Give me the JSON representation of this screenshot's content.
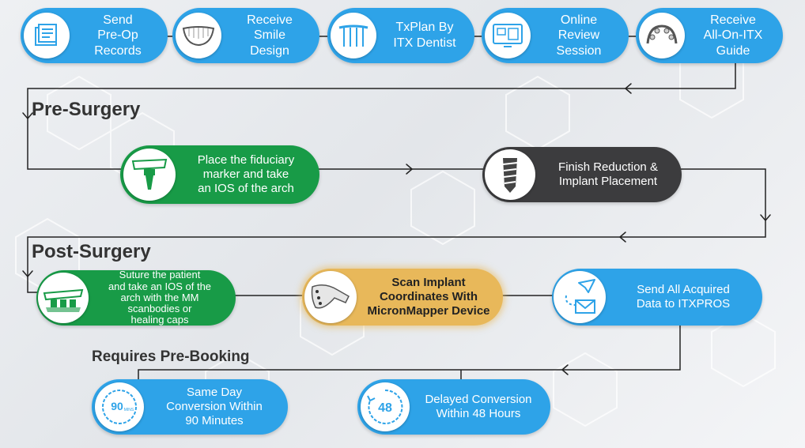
{
  "headings": {
    "pre_surgery": "Pre-Surgery",
    "post_surgery": "Post-Surgery",
    "pre_booking": "Requires Pre-Booking"
  },
  "top_steps": [
    {
      "lines": [
        "Send",
        "Pre-Op",
        "Records"
      ],
      "icon": "folder-icon"
    },
    {
      "lines": [
        "Receive",
        "Smile",
        "Design"
      ],
      "icon": "smile-icon"
    },
    {
      "lines": [
        "TxPlan By",
        "ITX Dentist"
      ],
      "icon": "dental-arch-icon"
    },
    {
      "lines": [
        "Online",
        "Review",
        "Session"
      ],
      "icon": "computer-screen-icon"
    },
    {
      "lines": [
        "Receive",
        "All-On-ITX",
        "Guide"
      ],
      "icon": "surgical-guide-icon"
    }
  ],
  "pre_steps": [
    {
      "lines": [
        "Place the fiduciary",
        "marker and take",
        "an IOS of the arch"
      ],
      "icon": "fiduciary-marker-icon"
    },
    {
      "lines": [
        "Finish Reduction &",
        "Implant Placement"
      ],
      "icon": "implant-screw-icon"
    }
  ],
  "post_steps": [
    {
      "lines": [
        "Suture the patient",
        "and take an IOS of the",
        "arch with the MM",
        "scanbodies or",
        "healing caps"
      ],
      "icon": "scanbody-icon"
    },
    {
      "lines": [
        "Scan Implant",
        "Coordinates With",
        "MicronMapper Device"
      ],
      "icon": "scanner-device-icon"
    },
    {
      "lines": [
        "Send All Acquired",
        "Data to ITXPROS"
      ],
      "icon": "send-mail-icon"
    }
  ],
  "booking_steps": [
    {
      "lines": [
        "Same Day",
        "Conversion Within",
        "90 Minutes"
      ],
      "icon": "timer-90-icon",
      "badge": "90",
      "badge_sub": "MINS"
    },
    {
      "lines": [
        "Delayed Conversion",
        "Within 48 Hours"
      ],
      "icon": "timer-48-icon",
      "badge": "48"
    }
  ],
  "colors": {
    "blue": "#2ea3e8",
    "green": "#189b47",
    "dark": "#3c3c3e",
    "gold": "#e8b85a",
    "line": "#222222"
  }
}
